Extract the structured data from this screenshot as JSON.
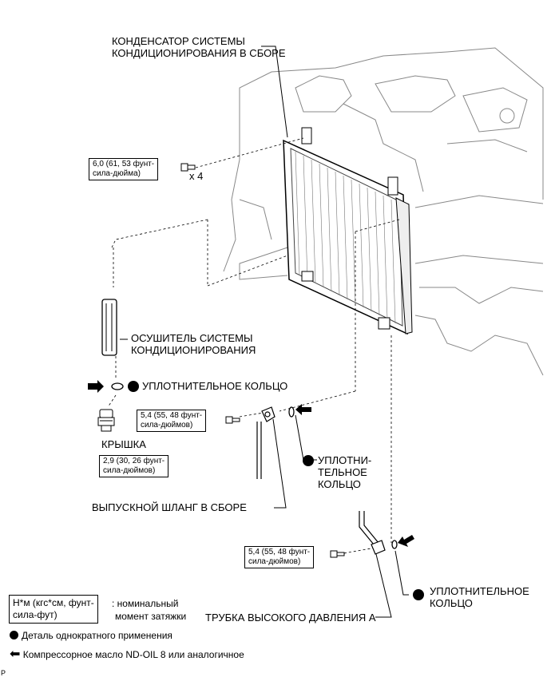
{
  "labels": {
    "condenser_line1": "КОНДЕНСАТОР СИСТЕМЫ",
    "condenser_line2": "КОНДИЦИОНИРОВАНИЯ В СБОРЕ",
    "dryer_line1": "ОСУШИТЕЛЬ СИСТЕМЫ",
    "dryer_line2": "КОНДИЦИОНИРОВАНИЯ",
    "oring_top": "УПЛОТНИТЕЛЬНОЕ КОЛЬЦО",
    "cap": "КРЫШКА",
    "oring_mid_line1": "УПЛОТНИ-",
    "oring_mid_line2": "ТЕЛЬНОЕ",
    "oring_mid_line3": "КОЛЬЦО",
    "discharge_hose": "ВЫПУСКНОЙ ШЛАНГ В СБОРЕ",
    "oring_bottom_line1": "УПЛОТНИТЕЛЬНОЕ",
    "oring_bottom_line2": "КОЛЬЦО",
    "pipe_a": "ТРУБКА ВЫСОКОГО ДАВЛЕНИЯ А",
    "x4": "x 4",
    "page_marker": "P"
  },
  "torques": {
    "condenser_bolt": {
      "line1": "6,0 (61, 53 фунт-",
      "line2": "сила-дюйма)"
    },
    "hose_bolt": {
      "line1": "5,4 (55, 48 фунт-",
      "line2": "сила-дюймов)"
    },
    "cap": {
      "line1": "2,9 (30, 26 фунт-",
      "line2": "сила-дюймов)"
    },
    "pipe_bolt": {
      "line1": "5,4 (55, 48 фунт-",
      "line2": "сила-дюймов)"
    }
  },
  "legend": {
    "unit_line1": "Н*м (кгс*см, фунт-",
    "unit_line2": "сила-фут)",
    "unit_desc_line1": ": номинальный",
    "unit_desc_line2": "момент затяжки",
    "single_use": "Деталь однократного применения",
    "oil": "Компрессорное масло ND-OIL 8 или аналогичное"
  },
  "icons": {
    "single_use": "filled-circle-icon",
    "oil": "arrow-left-icon"
  }
}
